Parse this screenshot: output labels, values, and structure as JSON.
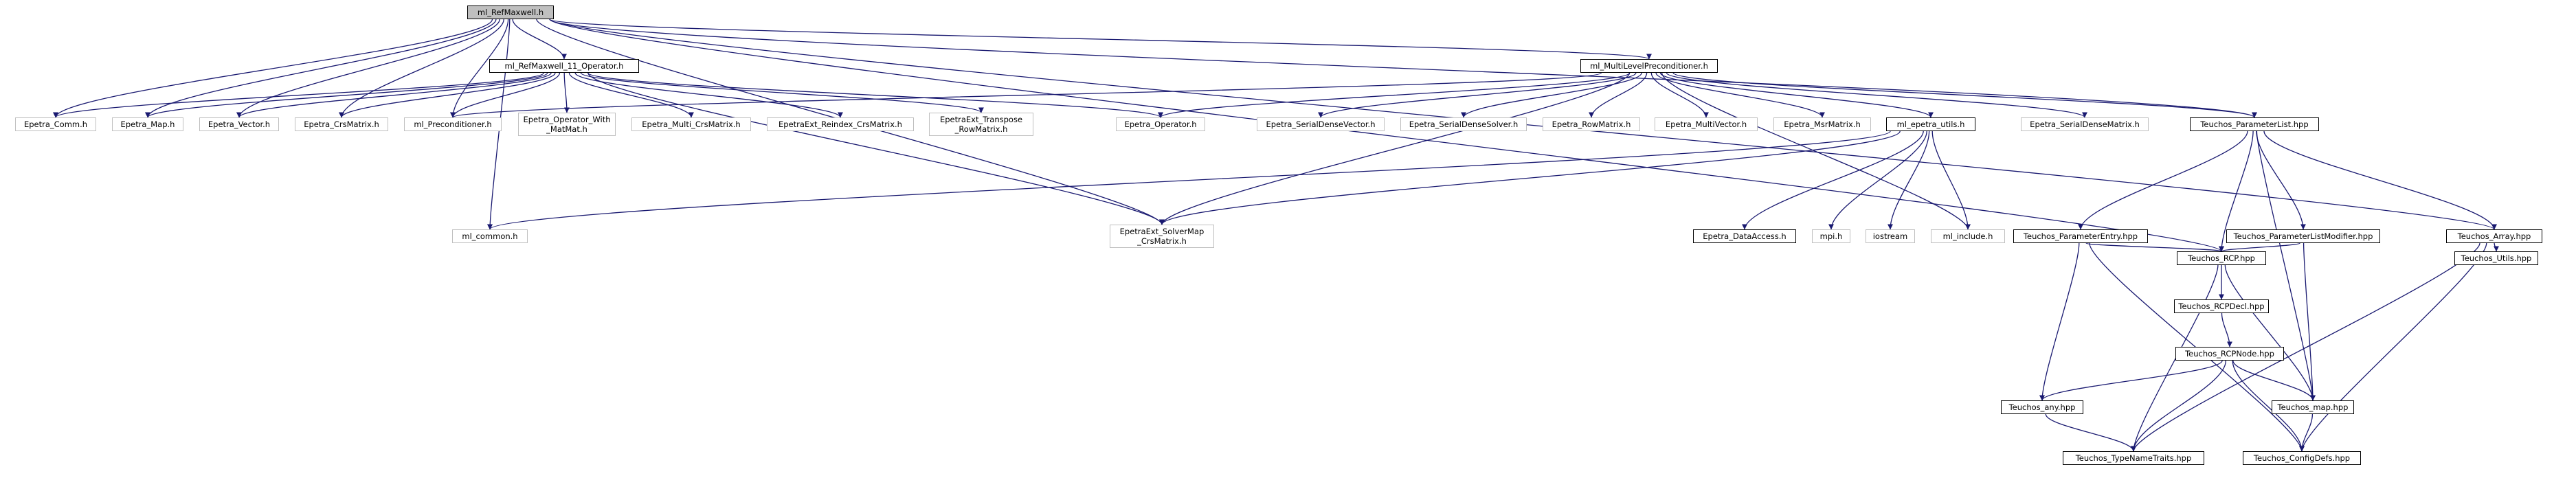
{
  "diagram": {
    "edge_color": "#191970",
    "root_fill": "#bfbfbf",
    "nodes": [
      {
        "id": "n0",
        "label": "ml_RefMaxwell.h",
        "style": "root"
      },
      {
        "id": "n1",
        "label": "ml_RefMaxwell_11_Operator.h",
        "style": "solid"
      },
      {
        "id": "n2",
        "label": "ml_MultiLevelPreconditioner.h",
        "style": "solid"
      },
      {
        "id": "n3",
        "label": "Epetra_Comm.h",
        "style": "light"
      },
      {
        "id": "n4",
        "label": "Epetra_Map.h",
        "style": "light"
      },
      {
        "id": "n5",
        "label": "Epetra_Vector.h",
        "style": "light"
      },
      {
        "id": "n6",
        "label": "Epetra_CrsMatrix.h",
        "style": "light"
      },
      {
        "id": "n7",
        "label": "ml_Preconditioner.h",
        "style": "light"
      },
      {
        "id": "n8",
        "label": "Epetra_Operator_With\n_MatMat.h",
        "style": "light"
      },
      {
        "id": "n9",
        "label": "Epetra_Multi_CrsMatrix.h",
        "style": "light"
      },
      {
        "id": "n10",
        "label": "EpetraExt_Reindex_CrsMatrix.h",
        "style": "light"
      },
      {
        "id": "n11",
        "label": "EpetraExt_Transpose\n_RowMatrix.h",
        "style": "light"
      },
      {
        "id": "n12",
        "label": "Epetra_Operator.h",
        "style": "light"
      },
      {
        "id": "n13",
        "label": "Epetra_SerialDenseVector.h",
        "style": "light"
      },
      {
        "id": "n14",
        "label": "Epetra_SerialDenseSolver.h",
        "style": "light"
      },
      {
        "id": "n15",
        "label": "Epetra_RowMatrix.h",
        "style": "light"
      },
      {
        "id": "n16",
        "label": "Epetra_MultiVector.h",
        "style": "light"
      },
      {
        "id": "n17",
        "label": "Epetra_MsrMatrix.h",
        "style": "light"
      },
      {
        "id": "n18",
        "label": "ml_epetra_utils.h",
        "style": "solid"
      },
      {
        "id": "n19",
        "label": "Epetra_SerialDenseMatrix.h",
        "style": "light"
      },
      {
        "id": "n20",
        "label": "Teuchos_ParameterList.hpp",
        "style": "solid"
      },
      {
        "id": "n21",
        "label": "ml_common.h",
        "style": "light"
      },
      {
        "id": "n22",
        "label": "EpetraExt_SolverMap\n_CrsMatrix.h",
        "style": "light"
      },
      {
        "id": "n23",
        "label": "Epetra_DataAccess.h",
        "style": "solid"
      },
      {
        "id": "n24",
        "label": "mpi.h",
        "style": "light"
      },
      {
        "id": "n25",
        "label": "iostream",
        "style": "light"
      },
      {
        "id": "n26",
        "label": "ml_include.h",
        "style": "light"
      },
      {
        "id": "n27",
        "label": "Teuchos_ParameterEntry.hpp",
        "style": "solid"
      },
      {
        "id": "n28",
        "label": "Teuchos_ParameterListModifier.hpp",
        "style": "solid"
      },
      {
        "id": "n29",
        "label": "Teuchos_Array.hpp",
        "style": "solid"
      },
      {
        "id": "n30",
        "label": "Teuchos_RCP.hpp",
        "style": "solid"
      },
      {
        "id": "n31",
        "label": "Teuchos_Utils.hpp",
        "style": "solid"
      },
      {
        "id": "n32",
        "label": "Teuchos_RCPDecl.hpp",
        "style": "solid"
      },
      {
        "id": "n33",
        "label": "Teuchos_RCPNode.hpp",
        "style": "solid"
      },
      {
        "id": "n34",
        "label": "Teuchos_any.hpp",
        "style": "solid"
      },
      {
        "id": "n35",
        "label": "Teuchos_map.hpp",
        "style": "solid"
      },
      {
        "id": "n36",
        "label": "Teuchos_TypeNameTraits.hpp",
        "style": "solid"
      },
      {
        "id": "n37",
        "label": "Teuchos_ConfigDefs.hpp",
        "style": "solid"
      }
    ],
    "edges": [
      [
        "n0",
        "n1"
      ],
      [
        "n0",
        "n2"
      ],
      [
        "n0",
        "n3"
      ],
      [
        "n0",
        "n4"
      ],
      [
        "n0",
        "n5"
      ],
      [
        "n0",
        "n6"
      ],
      [
        "n0",
        "n7"
      ],
      [
        "n0",
        "n21"
      ],
      [
        "n0",
        "n22"
      ],
      [
        "n0",
        "n20"
      ],
      [
        "n0",
        "n29"
      ],
      [
        "n0",
        "n30"
      ],
      [
        "n1",
        "n3"
      ],
      [
        "n1",
        "n4"
      ],
      [
        "n1",
        "n5"
      ],
      [
        "n1",
        "n6"
      ],
      [
        "n1",
        "n7"
      ],
      [
        "n1",
        "n8"
      ],
      [
        "n1",
        "n9"
      ],
      [
        "n1",
        "n10"
      ],
      [
        "n1",
        "n11"
      ],
      [
        "n1",
        "n12"
      ],
      [
        "n1",
        "n22"
      ],
      [
        "n2",
        "n7"
      ],
      [
        "n2",
        "n12"
      ],
      [
        "n2",
        "n13"
      ],
      [
        "n2",
        "n14"
      ],
      [
        "n2",
        "n15"
      ],
      [
        "n2",
        "n16"
      ],
      [
        "n2",
        "n17"
      ],
      [
        "n2",
        "n18"
      ],
      [
        "n2",
        "n19"
      ],
      [
        "n2",
        "n20"
      ],
      [
        "n2",
        "n22"
      ],
      [
        "n2",
        "n26"
      ],
      [
        "n18",
        "n21"
      ],
      [
        "n18",
        "n22"
      ],
      [
        "n18",
        "n23"
      ],
      [
        "n18",
        "n24"
      ],
      [
        "n18",
        "n25"
      ],
      [
        "n18",
        "n26"
      ],
      [
        "n20",
        "n27"
      ],
      [
        "n20",
        "n28"
      ],
      [
        "n20",
        "n29"
      ],
      [
        "n20",
        "n30"
      ],
      [
        "n20",
        "n35"
      ],
      [
        "n27",
        "n30"
      ],
      [
        "n27",
        "n34"
      ],
      [
        "n27",
        "n37"
      ],
      [
        "n28",
        "n30"
      ],
      [
        "n28",
        "n35"
      ],
      [
        "n29",
        "n31"
      ],
      [
        "n29",
        "n36"
      ],
      [
        "n29",
        "n37"
      ],
      [
        "n30",
        "n32"
      ],
      [
        "n30",
        "n35"
      ],
      [
        "n30",
        "n36"
      ],
      [
        "n32",
        "n33"
      ],
      [
        "n33",
        "n34"
      ],
      [
        "n33",
        "n35"
      ],
      [
        "n33",
        "n36"
      ],
      [
        "n33",
        "n37"
      ],
      [
        "n34",
        "n36"
      ],
      [
        "n35",
        "n37"
      ]
    ]
  }
}
